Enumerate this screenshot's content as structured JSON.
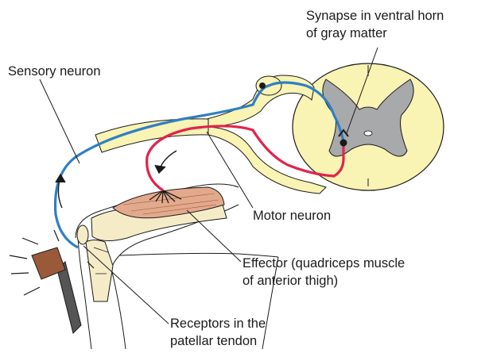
{
  "labels": {
    "synapse_line1": "Synapse in ventral horn",
    "synapse_line2": "of gray matter",
    "sensory_neuron": "Sensory neuron",
    "motor_neuron": "Motor neuron",
    "effector_line1": "Effector (quadriceps muscle",
    "effector_line2": "of anterior thigh)",
    "receptors_line1": "Receptors in the",
    "receptors_line2": "patellar tendon"
  },
  "colors": {
    "sensory_neuron": "#2f7fc4",
    "motor_neuron": "#e2234b",
    "nerve_sheath": "#f9f3b4",
    "gray_matter": "#a8a9ab",
    "muscle": "#e3a98c",
    "bone": "#f5ecc7",
    "hammer": "#9a5a3a"
  }
}
